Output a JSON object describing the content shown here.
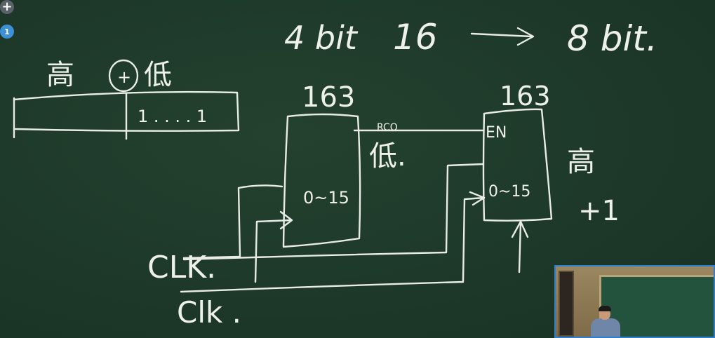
{
  "board": {
    "title_line": {
      "left": "4 bit",
      "mid": "16",
      "arrow": "→",
      "right": "8 bit."
    },
    "header_note": {
      "high": "高",
      "plus": "+",
      "low": "低"
    },
    "register_contents": "1 . . . . 1",
    "chip_left": {
      "label": "163",
      "range": "0~15",
      "rco": "RCO",
      "low_mark": "低."
    },
    "chip_right": {
      "label": "163",
      "en": "EN",
      "range": "0~15",
      "high_mark": "高",
      "plus_one": "+1"
    },
    "clk_top": "CLK.",
    "clk_bottom": "Clk ."
  },
  "controls": {
    "add_icon": "+",
    "page_badge": "1"
  },
  "colors": {
    "chalkboard": "#1f3a2b",
    "chalk": "#e9ece6",
    "badge_blue": "#3d8fd6",
    "video_border": "#2e7fd0"
  }
}
